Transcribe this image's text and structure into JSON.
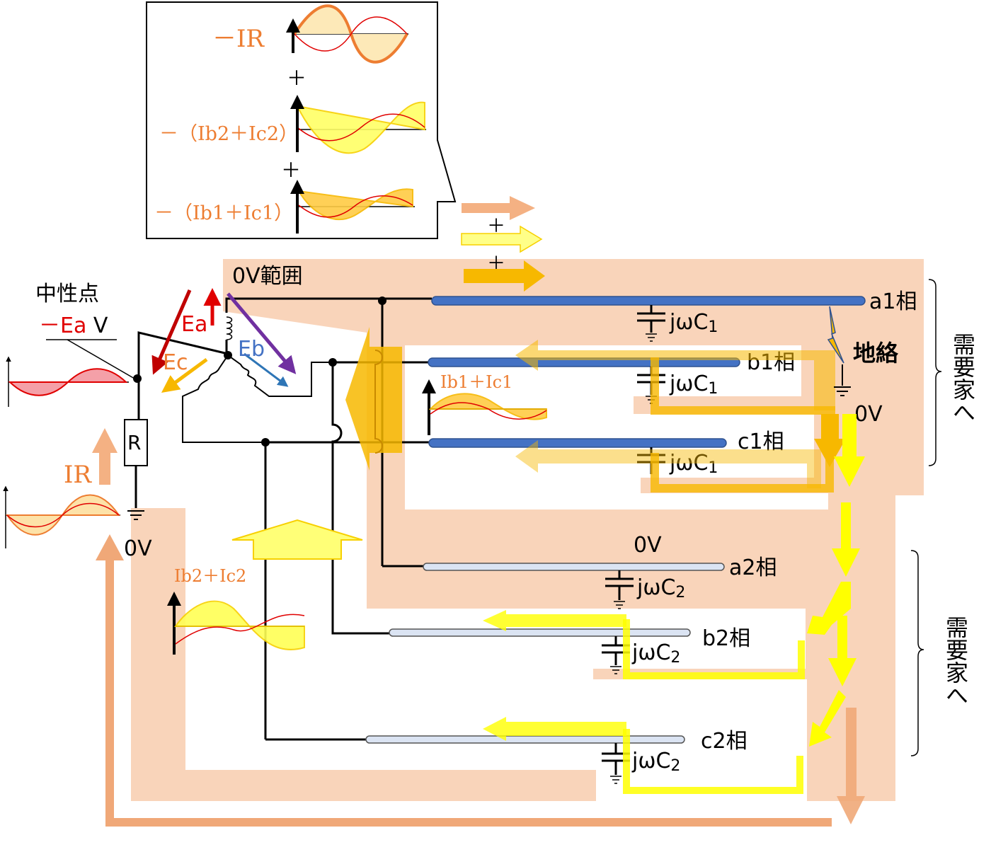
{
  "inset": {
    "minus_ir": "－IR",
    "plus_1": "＋",
    "minus_ib2_ic2": "－（Ib2＋Ic2）",
    "plus_2": "＋",
    "minus_ib1_ic1": "－（Ib1＋Ic1）"
  },
  "arrows_plus": {
    "plus_1": "＋",
    "plus_2": "＋"
  },
  "labels": {
    "zero_v_range": "0V範囲",
    "neutral_point": "中性点",
    "minus_ea_v": "－Ea V",
    "ea": "Ea",
    "eb": "Eb",
    "ec": "Ec",
    "resistor": "R",
    "ir": "IR",
    "zero_v_left": "0V",
    "ground_fault": "地絡",
    "zero_v_fault": "0V",
    "zero_v_a2": "0V",
    "ib1_ic1": "Ib1＋Ic1",
    "ib2_ic2": "Ib2＋Ic2",
    "customer_1": "需要家へ",
    "customer_2": "需要家へ"
  },
  "lines": {
    "a1": "a1相",
    "b1": "b1相",
    "c1": "c1相",
    "a2": "a2相",
    "b2": "b2相",
    "c2": "c2相"
  },
  "capacitors": {
    "c1_label": "jωC",
    "c1_sub": "1",
    "c2_label": "jωC",
    "c2_sub": "2"
  },
  "colors": {
    "salmon": "#f8cfb2",
    "orange_arrow": "#f0a878",
    "yellow": "#ffff00",
    "gold": "#f7b800",
    "line1": "#4472c4",
    "line2": "#dbe4f3",
    "red": "#e00000",
    "orange_text": "#ed7d31",
    "blue_text": "#4472c4",
    "purple": "#7030a0"
  }
}
